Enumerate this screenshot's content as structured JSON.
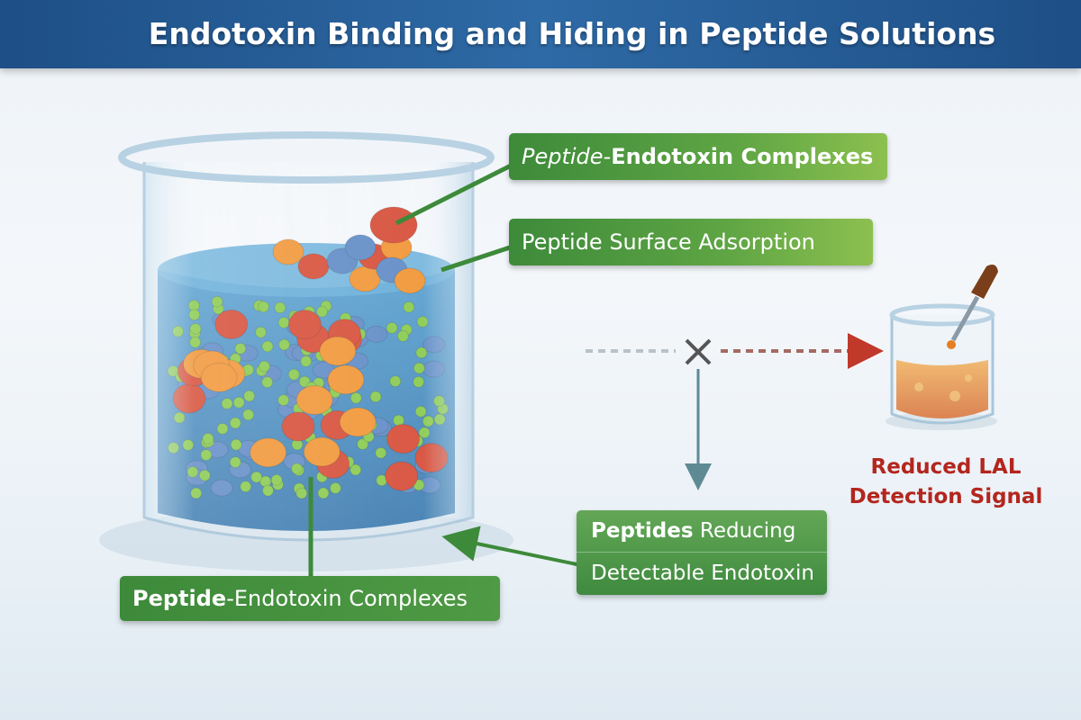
{
  "header": {
    "title": "Endotoxin Binding and Hiding in Peptide Solutions"
  },
  "labels": {
    "complexes_top": {
      "prefix": "Peptide-",
      "bold": "Endotoxin Complexes"
    },
    "surface_adsorption": "Peptide Surface Adsorption",
    "reducing": {
      "line1_bold": "Peptides",
      "line1_rest": " Reducing",
      "line2": "Detectable Endotoxin"
    },
    "complexes_bottom": {
      "bold": "Peptide",
      "rest": "-Endotoxin Complexes"
    },
    "lal_signal": {
      "line1": "Reduced LAL",
      "line2": "Detection Signal"
    }
  },
  "colors": {
    "banner": "#2e6aa6",
    "label_green": "#4f9a44",
    "signal_red": "#b3261e",
    "water": "#3a86c0"
  }
}
